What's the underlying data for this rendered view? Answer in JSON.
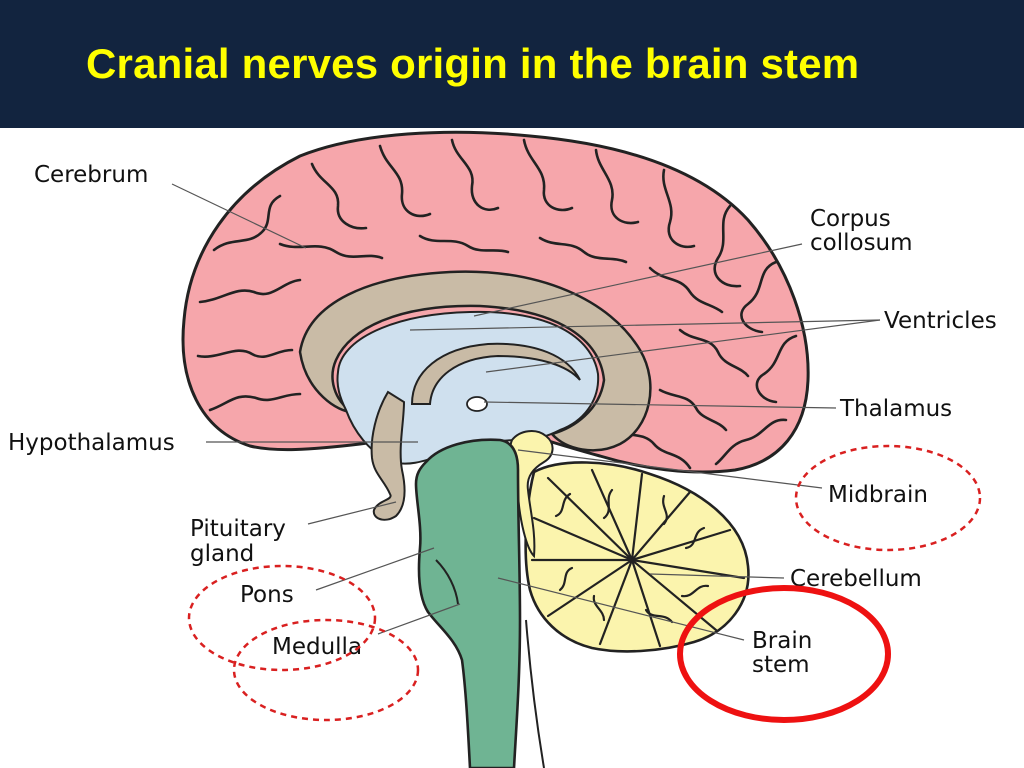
{
  "title": "Cranial nerves origin in the brain stem",
  "colors": {
    "title_bar": "#12243f",
    "title_text": "#ffff00",
    "cerebrum": "#f6a6ab",
    "corpus_callosum": "#c9bba6",
    "ventricles": "#cfe0ee",
    "brain_stem": "#6fb493",
    "cerebellum": "#fbf4ad",
    "dashed_highlight": "#d92020",
    "solid_highlight": "#ee1111"
  },
  "labels": {
    "cerebrum": "Cerebrum",
    "corpus_line1": "Corpus",
    "corpus_line2": "collosum",
    "ventricles": "Ventricles",
    "thalamus": "Thalamus",
    "hypothalamus": "Hypothalamus",
    "midbrain": "Midbrain",
    "pituitary_line1": "Pituitary",
    "pituitary_line2": "gland",
    "pons": "Pons",
    "cerebellum": "Cerebellum",
    "medulla": "Medulla",
    "brainstem_line1": "Brain",
    "brainstem_line2": "stem"
  },
  "highlights": [
    {
      "target": "Midbrain",
      "style": "dashed"
    },
    {
      "target": "Pons",
      "style": "dashed"
    },
    {
      "target": "Medulla",
      "style": "dashed"
    },
    {
      "target": "Brain stem",
      "style": "solid"
    }
  ]
}
